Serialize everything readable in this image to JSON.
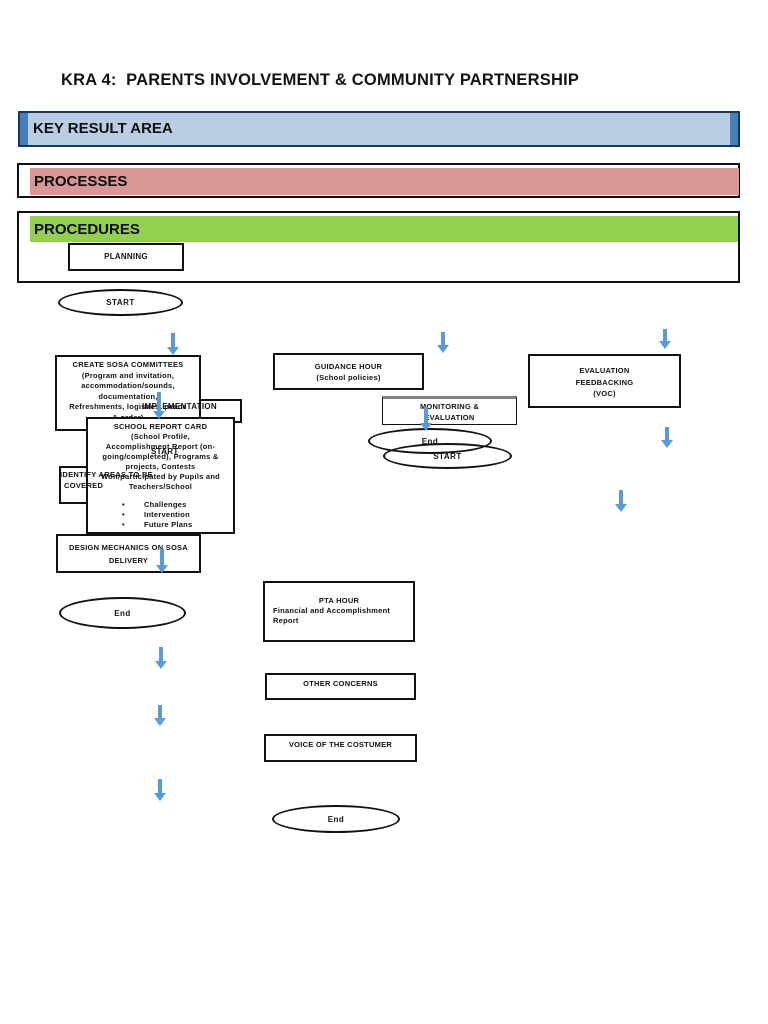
{
  "header": {
    "title": "KRA 4:  PARENTS INVOLVEMENT & COMMUNITY PARTNERSHIP"
  },
  "bars": {
    "key_result_area": "KEY RESULT AREA",
    "processes": "PROCESSES",
    "procedures": "PROCEDURES"
  },
  "colors": {
    "key_result_area_fill": "#b9cde5",
    "key_result_area_accent": "#4a7ebb",
    "key_result_area_border": "#17375e",
    "processes_fill": "#d99694",
    "procedures_fill": "#92d050",
    "arrow_blue": "#5b9bd5",
    "monitoring_top_border": "#808080"
  },
  "chars": {
    "bullet": "•"
  },
  "flowchart": {
    "planning": "PLANNING",
    "start_top": "START",
    "create_sosa": {
      "l1": "CREATE SOSA COMMITTEES",
      "l2": "(Program and invitation,",
      "l3": "accommodation/sounds,",
      "l4": "documentation,",
      "l5": "Refreshments, logistics, peace",
      "l6": "& order)"
    },
    "implementation": "IMPLEMENTATION",
    "school_report_card": {
      "l1": "SCHOOL REPORT CARD",
      "l2": "(School Profile,",
      "l3": "Accomplishment Report (on-",
      "l4": "going/completed), Programs &",
      "l5": "projects, Contests",
      "l6": "Won/participated by Pupils and",
      "l7": "Teachers/School",
      "bullets": [
        "Challenges",
        "Intervention",
        "Future Plans"
      ]
    },
    "hidden_start": "START",
    "identify_areas": {
      "l1": "IDENTIFY AREAS TO BE",
      "l2": "COVERED"
    },
    "design_mechanics": {
      "l1": "DESIGN MECHANICS ON SOSA",
      "l2": "DELIVERY"
    },
    "end_left": "End",
    "guidance_hour": {
      "l1": "GUIDANCE HOUR",
      "l2": "(School policies)"
    },
    "monitoring_evaluation": {
      "l1": "MONITORING &",
      "l2": "EVALUATION"
    },
    "end_mid": "End",
    "start_mid": "START",
    "evaluation_feedbacking": {
      "l1": "EVALUATION",
      "l2": "FEEDBACKING",
      "l3": "(VOC)"
    },
    "pta_hour": {
      "l1": "PTA HOUR",
      "l2": "Financial and Accomplishment",
      "l3": "Report"
    },
    "other_concerns": "OTHER CONCERNS",
    "voice_of_the_costumer": "VOICE OF THE COSTUMER",
    "end_bottom": "End"
  }
}
